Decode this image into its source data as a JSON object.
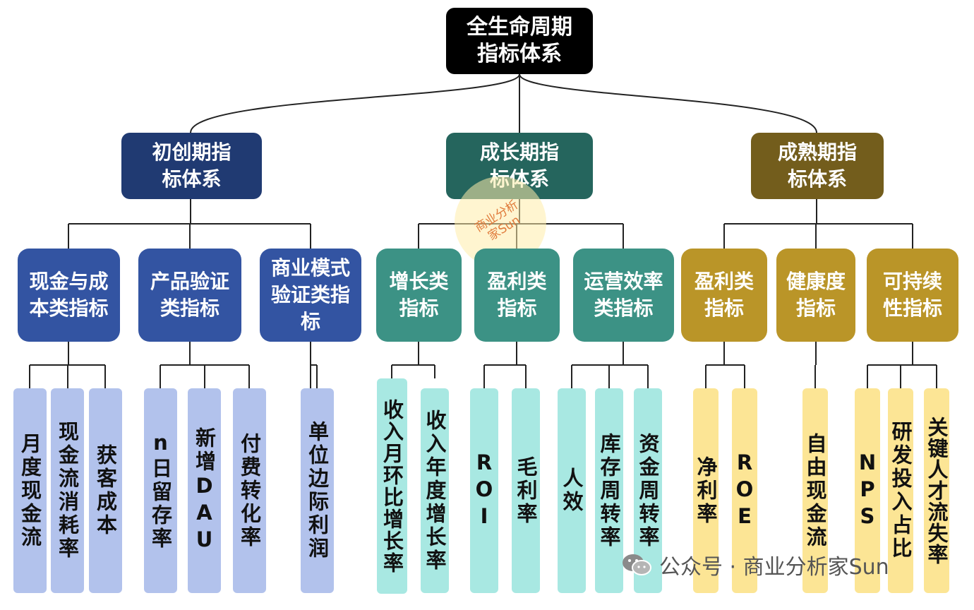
{
  "colors": {
    "root": "#000000",
    "stage_startup": "#203a72",
    "stage_growth": "#25655d",
    "stage_mature": "#735d1c",
    "cat_startup": "#3354a2",
    "cat_growth": "#3c9285",
    "cat_mature": "#ba9528",
    "leaf_startup": "#b2c2ec",
    "leaf_growth": "#a8e8e2",
    "leaf_mature": "#fce595"
  },
  "root": {
    "title": "全生命周期指标体系"
  },
  "stages": [
    {
      "label": "初创期指标体系",
      "categories": [
        {
          "label": "现金与成本类指标",
          "metrics": [
            "月度现金流",
            "现金流消耗率",
            "获客成本"
          ]
        },
        {
          "label": "产品验证类指标",
          "metrics": [
            "n日留存率",
            "新增DAU",
            "付费转化率"
          ]
        },
        {
          "label": "商业模式验证类指标",
          "metrics": [
            "单位边际利润"
          ]
        }
      ]
    },
    {
      "label": "成长期指标体系",
      "categories": [
        {
          "label": "增长类指标",
          "metrics": [
            "收入月环比增长率",
            "收入年度增长率"
          ]
        },
        {
          "label": "盈利类指标",
          "metrics": [
            "ROI",
            "毛利率"
          ]
        },
        {
          "label": "运营效率类指标",
          "metrics": [
            "人效",
            "库存周转率",
            "资金周转率"
          ]
        }
      ]
    },
    {
      "label": "成熟期指标体系",
      "categories": [
        {
          "label": "盈利类指标",
          "metrics": [
            "净利率",
            "ROE"
          ]
        },
        {
          "label": "健康度指标",
          "metrics": [
            "自由现金流"
          ]
        },
        {
          "label": "可持续性指标",
          "metrics": [
            "NPS",
            "研发投入占比",
            "关键人才流失率"
          ]
        }
      ]
    }
  ],
  "stamp": {
    "text": "商业分析家Sun"
  },
  "watermark": {
    "icon": "wechat-icon",
    "text": "公众号 · 商业分析家Sun"
  }
}
